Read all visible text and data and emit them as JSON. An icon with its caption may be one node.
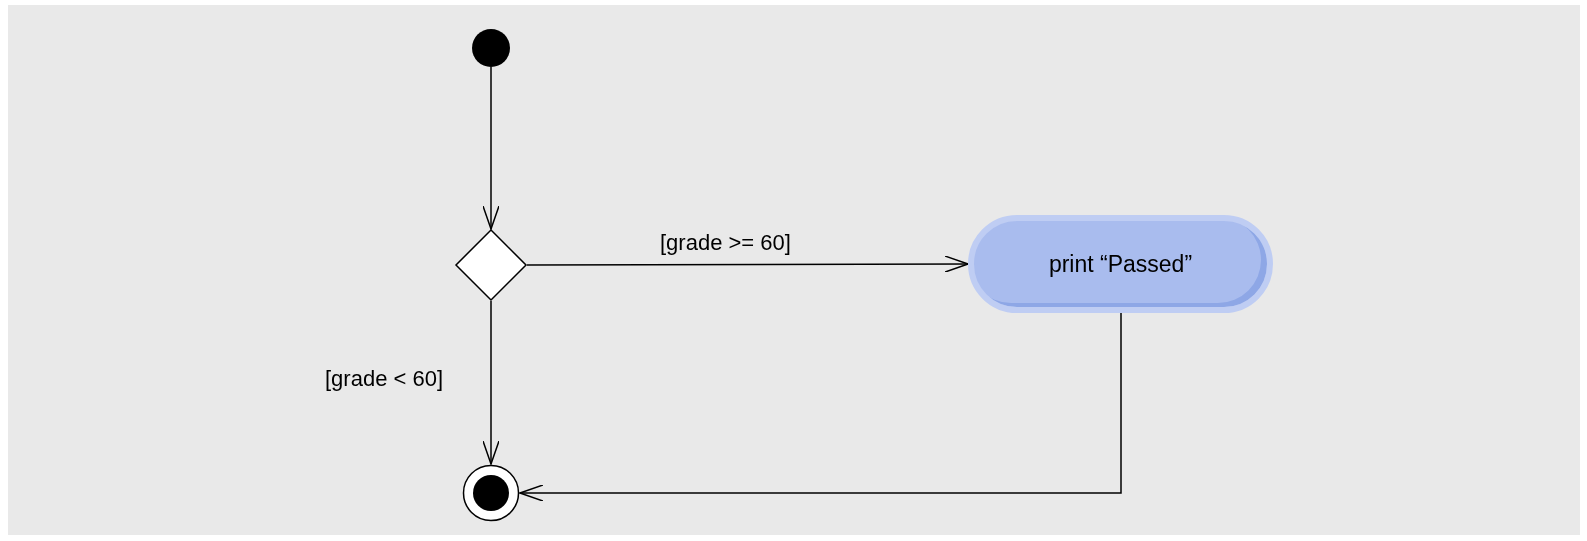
{
  "diagram": {
    "nodes": [
      {
        "text": [],
        "shape": "circle"
      },
      {
        "text": [],
        "shape": "diamond"
      },
      {
        "text": [
          "print “Passed”"
        ]
      },
      {
        "text": [],
        "shape": "circle"
      }
    ],
    "edges": [
      {
        "from": 0,
        "to": 1,
        "arrow": "to"
      },
      {
        "from": 1,
        "to": 2,
        "arrow": "to",
        "label": "[grade >= 60]"
      },
      {
        "from": 1,
        "to": 3,
        "arrow": "to",
        "label": "[grade < 60]"
      },
      {
        "from": 2,
        "to": 3,
        "arrow": "to"
      }
    ]
  }
}
